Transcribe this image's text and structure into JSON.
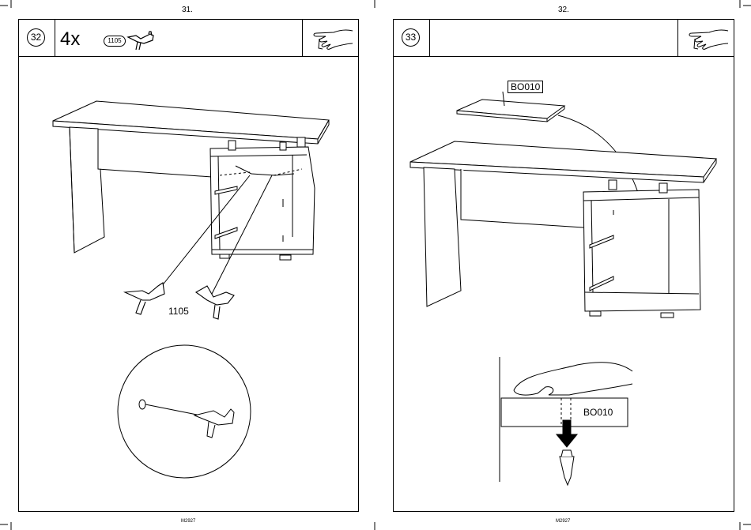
{
  "left_page": {
    "page_number": "31.",
    "step": "32",
    "quantity": "4x",
    "part_badge": "1105",
    "part_label": "1105",
    "footer_code": "M2927"
  },
  "right_page": {
    "page_number": "32.",
    "step": "33",
    "board_label_top": "BO010",
    "board_label_detail": "BO010",
    "footer_code": "M2927"
  },
  "icons": [
    "hand-pointing-icon",
    "hinge-part-icon",
    "push-arrow-icon"
  ]
}
